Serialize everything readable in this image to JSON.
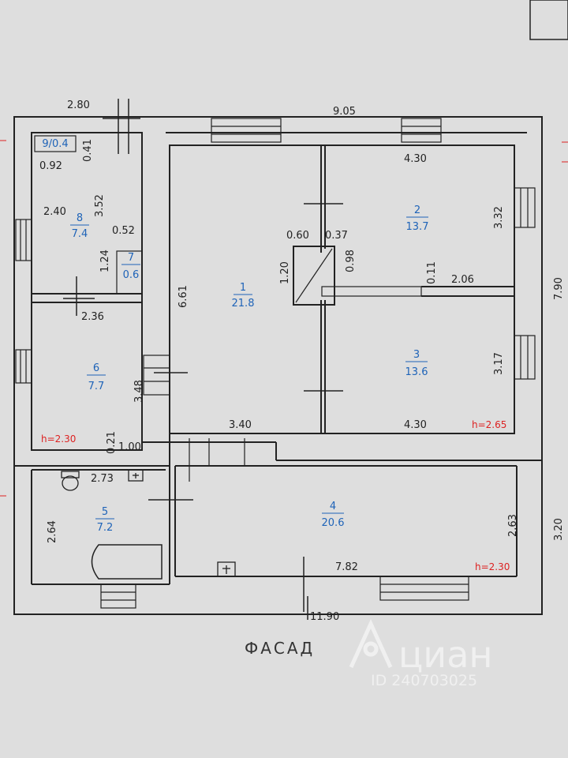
{
  "dimensions": {
    "d_280": "2.80",
    "d_905": "9.05",
    "d_430_top": "4.30",
    "d_041": "0.41",
    "d_092": "0.92",
    "d_240": "2.40",
    "d_352": "3.52",
    "d_052": "0.52",
    "d_124": "1.24",
    "d_236": "2.36",
    "d_060": "0.60",
    "d_037": "0.37",
    "d_120": "1.20",
    "d_098": "0.98",
    "d_661": "6.61",
    "d_332": "3.32",
    "d_011": "0.11",
    "d_206": "2.06",
    "d_790": "7.90",
    "d_348": "3.48",
    "d_317": "3.17",
    "d_340": "3.40",
    "d_430_bot": "4.30",
    "d_021": "0.21",
    "d_100": "1.00",
    "d_273": "2.73",
    "d_264": "2.64",
    "d_263": "2.63",
    "d_320": "3.20",
    "d_782": "7.82",
    "d_1190": "11.90"
  },
  "rooms": [
    {
      "num": "1",
      "area": "21.8"
    },
    {
      "num": "2",
      "area": "13.7"
    },
    {
      "num": "3",
      "area": "13.6"
    },
    {
      "num": "4",
      "area": "20.6"
    },
    {
      "num": "5",
      "area": "7.2"
    },
    {
      "num": "6",
      "area": "7.7"
    },
    {
      "num": "7",
      "area": "0.6"
    },
    {
      "num": "8",
      "area": "7.4"
    },
    {
      "num": "9/0.4",
      "area": ""
    }
  ],
  "heights": {
    "h6": "h=2.30",
    "h3": "h=2.65",
    "h4": "h=2.30"
  },
  "facade_label": "ФАСАД",
  "watermark": {
    "brand": "циан",
    "id": "ID 240703025"
  },
  "colors": {
    "room_label": "#1e63b8",
    "height_label": "#d22222",
    "lines": "#222222"
  }
}
